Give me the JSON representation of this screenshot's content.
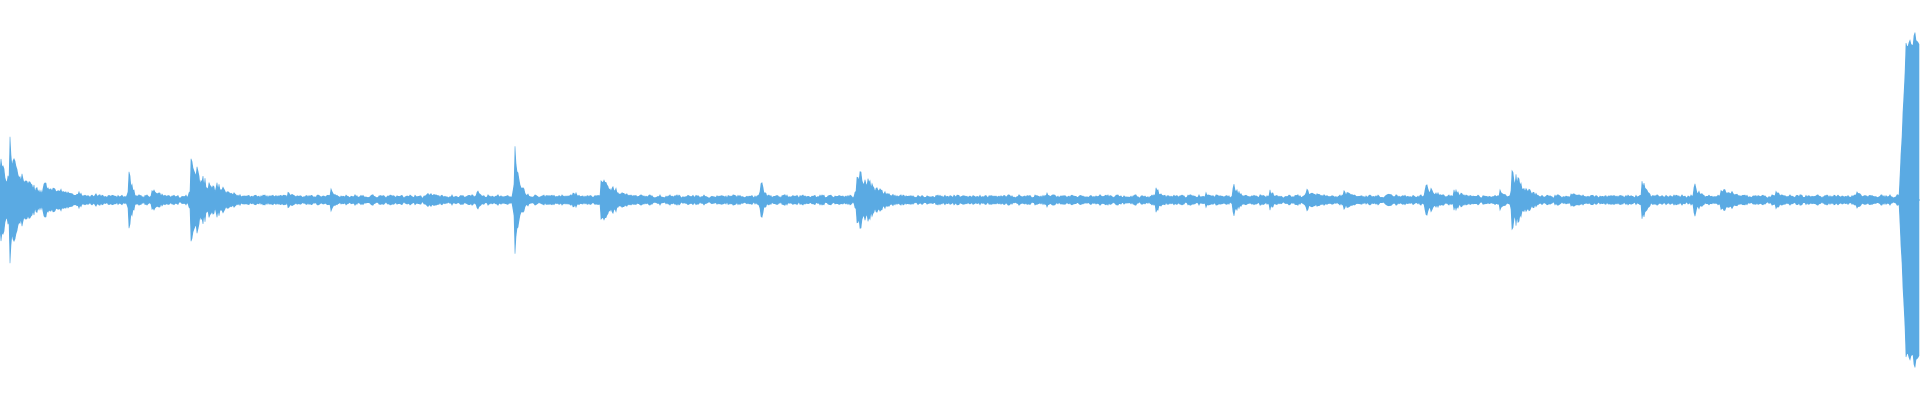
{
  "colors": {
    "background": "#ffffff",
    "waveform": "#5aaae3"
  },
  "waveform": {
    "baseline_amplitude": 0.015,
    "bursts": [
      {
        "pos": 0.0,
        "amp": 0.22,
        "decay": 0.008
      },
      {
        "pos": 0.005,
        "amp": 0.34,
        "decay": 0.006
      },
      {
        "pos": 0.009,
        "amp": 0.18,
        "decay": 0.01
      },
      {
        "pos": 0.022,
        "amp": 0.1,
        "decay": 0.012
      },
      {
        "pos": 0.03,
        "amp": 0.07,
        "decay": 0.01
      },
      {
        "pos": 0.04,
        "amp": 0.05,
        "decay": 0.008
      },
      {
        "pos": 0.05,
        "amp": 0.04,
        "decay": 0.006
      },
      {
        "pos": 0.067,
        "amp": 0.22,
        "decay": 0.002
      },
      {
        "pos": 0.079,
        "amp": 0.06,
        "decay": 0.008
      },
      {
        "pos": 0.099,
        "amp": 0.24,
        "decay": 0.01
      },
      {
        "pos": 0.112,
        "amp": 0.1,
        "decay": 0.01
      },
      {
        "pos": 0.15,
        "amp": 0.04,
        "decay": 0.008
      },
      {
        "pos": 0.172,
        "amp": 0.07,
        "decay": 0.003
      },
      {
        "pos": 0.222,
        "amp": 0.05,
        "decay": 0.008
      },
      {
        "pos": 0.248,
        "amp": 0.07,
        "decay": 0.003
      },
      {
        "pos": 0.268,
        "amp": 0.32,
        "decay": 0.003
      },
      {
        "pos": 0.298,
        "amp": 0.06,
        "decay": 0.004
      },
      {
        "pos": 0.313,
        "amp": 0.13,
        "decay": 0.01
      },
      {
        "pos": 0.396,
        "amp": 0.16,
        "decay": 0.002
      },
      {
        "pos": 0.446,
        "amp": 0.2,
        "decay": 0.01
      },
      {
        "pos": 0.545,
        "amp": 0.04,
        "decay": 0.006
      },
      {
        "pos": 0.602,
        "amp": 0.07,
        "decay": 0.004
      },
      {
        "pos": 0.628,
        "amp": 0.04,
        "decay": 0.004
      },
      {
        "pos": 0.642,
        "amp": 0.1,
        "decay": 0.004
      },
      {
        "pos": 0.661,
        "amp": 0.06,
        "decay": 0.004
      },
      {
        "pos": 0.68,
        "amp": 0.06,
        "decay": 0.01
      },
      {
        "pos": 0.7,
        "amp": 0.05,
        "decay": 0.008
      },
      {
        "pos": 0.722,
        "amp": 0.05,
        "decay": 0.006
      },
      {
        "pos": 0.742,
        "amp": 0.09,
        "decay": 0.008
      },
      {
        "pos": 0.757,
        "amp": 0.06,
        "decay": 0.008
      },
      {
        "pos": 0.781,
        "amp": 0.06,
        "decay": 0.004
      },
      {
        "pos": 0.787,
        "amp": 0.18,
        "decay": 0.008
      },
      {
        "pos": 0.818,
        "amp": 0.05,
        "decay": 0.008
      },
      {
        "pos": 0.855,
        "amp": 0.13,
        "decay": 0.003
      },
      {
        "pos": 0.882,
        "amp": 0.1,
        "decay": 0.004
      },
      {
        "pos": 0.896,
        "amp": 0.08,
        "decay": 0.01
      },
      {
        "pos": 0.925,
        "amp": 0.05,
        "decay": 0.006
      },
      {
        "pos": 0.967,
        "amp": 0.05,
        "decay": 0.004
      },
      {
        "pos": 0.993,
        "amp": 0.85,
        "decay": 0.008,
        "ramp": true
      }
    ]
  }
}
